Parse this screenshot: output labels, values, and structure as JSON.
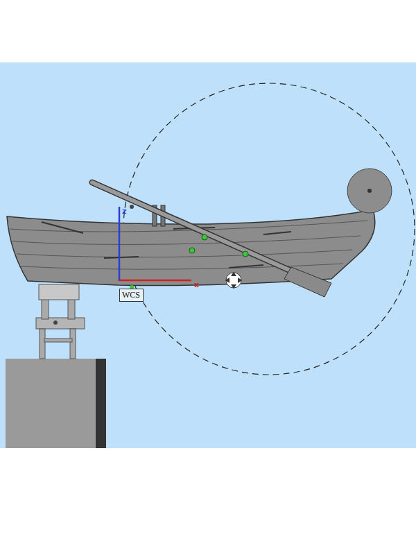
{
  "diagram": {
    "nodes": [
      {
        "text": [
          "WCS"
        ]
      }
    ],
    "labels": [
      "z",
      "x"
    ]
  }
}
